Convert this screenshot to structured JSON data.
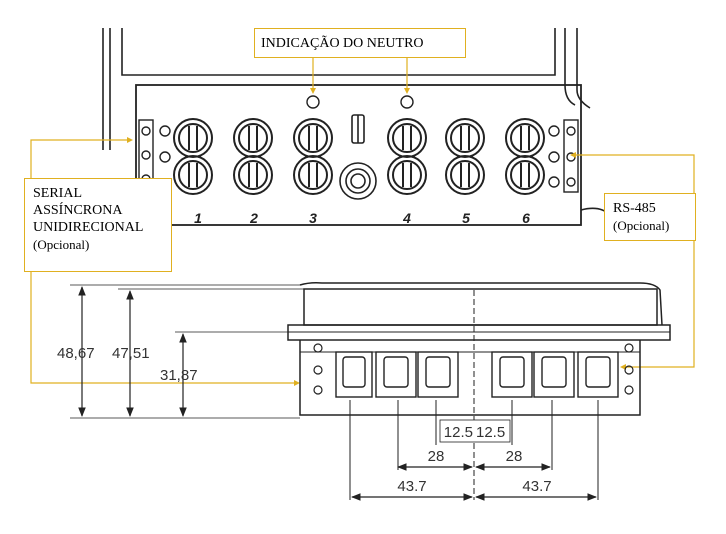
{
  "callouts": {
    "neutral": "INDICAÇÃO DO NEUTRO",
    "serial_lines": [
      "SERIAL",
      "ASSÍNCRONA",
      "UNIDIRECIONAL",
      "(Opcional)"
    ],
    "rs485_lines": [
      "RS-485",
      "(Opcional)"
    ]
  },
  "terminals": [
    "1",
    "2",
    "3",
    "4",
    "5",
    "6"
  ],
  "dimensions": {
    "height_total": "48,67",
    "height_mid": "47,51",
    "height_inner": "31,87",
    "center_left": "12.5",
    "center_right": "12.5",
    "spacing_left": "28",
    "spacing_right": "28",
    "outer_left": "43.7",
    "outer_right": "43.7"
  },
  "colors": {
    "line": "#222222",
    "callout": "#e0b020",
    "dimension_text": "#333333"
  }
}
